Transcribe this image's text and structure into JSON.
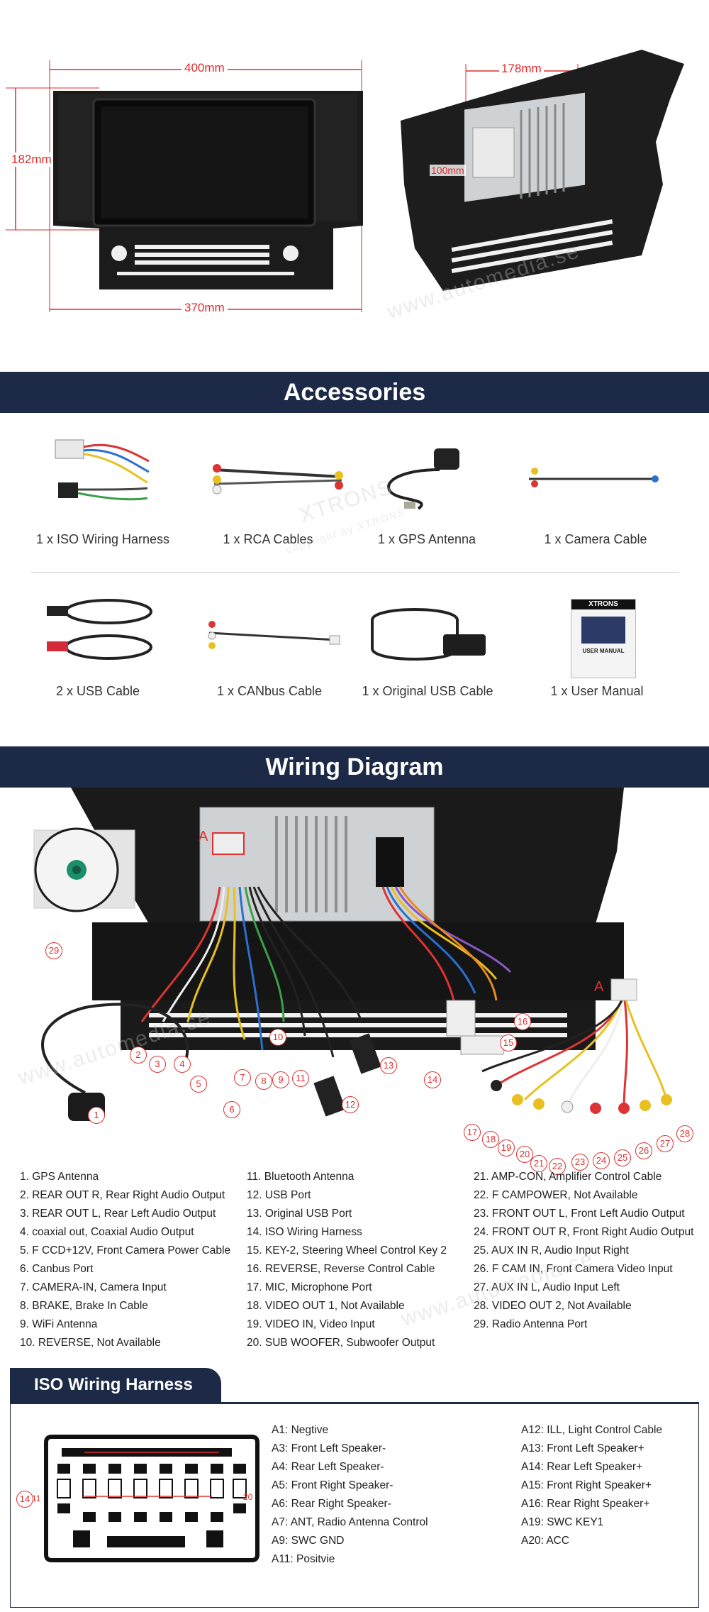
{
  "dimensions": {
    "width_a": "400mm",
    "height_a": "182mm",
    "width_b": "370mm",
    "depth": "178mm",
    "height_b": "100mm"
  },
  "watermarks": [
    "www.automedia.se",
    "XTRONS",
    "copyright by XTRONS"
  ],
  "accessories": {
    "title": "Accessories",
    "items": [
      {
        "label": "1 x ISO Wiring Harness"
      },
      {
        "label": "1 x RCA Cables"
      },
      {
        "label": "1 x GPS Antenna"
      },
      {
        "label": "1 x Camera Cable"
      },
      {
        "label": "2 x USB Cable"
      },
      {
        "label": "1 x CANbus Cable"
      },
      {
        "label": "1 x Original USB Cable"
      },
      {
        "label": "1 x User Manual"
      }
    ],
    "manual_brand": "XTRONS",
    "manual_title": "USER MANUAL"
  },
  "wiring": {
    "title": "Wiring Diagram",
    "connector_label": "A",
    "callouts": [
      "1",
      "2",
      "3",
      "4",
      "5",
      "6",
      "7",
      "8",
      "9",
      "10",
      "11",
      "12",
      "13",
      "14",
      "15",
      "16",
      "17",
      "18",
      "19",
      "20",
      "21",
      "22",
      "23",
      "24",
      "25",
      "26",
      "27",
      "28",
      "29"
    ],
    "legend_col1": [
      "1. GPS Antenna",
      "2. REAR OUT R, Rear Right Audio Output",
      "3. REAR OUT L, Rear Left Audio Output",
      "4. coaxial out, Coaxial Audio Output",
      "5. F CCD+12V, Front Camera Power Cable",
      "6. Canbus Port",
      "7. CAMERA-IN, Camera Input",
      "8. BRAKE, Brake In Cable",
      "9. WiFi Antenna",
      "10. REVERSE, Not Available"
    ],
    "legend_col2": [
      "11. Bluetooth Antenna",
      "12. USB Port",
      "13. Original USB Port",
      "14. ISO Wiring Harness",
      "15. KEY-2, Steering Wheel Control Key 2",
      "16. REVERSE, Reverse Control Cable",
      "17. MIC, Microphone Port",
      "18. VIDEO OUT 1, Not Available",
      "19. VIDEO IN, Video Input",
      "20. SUB WOOFER, Subwoofer Output"
    ],
    "legend_col3": [
      "21. AMP-CON, Amplifier Control Cable",
      "22. F CAMPOWER, Not Available",
      "23. FRONT OUT L, Front Left Audio Output",
      "24. FRONT OUT R, Front Right Audio Output",
      "25. AUX IN R, Audio Input Right",
      "26. F CAM IN, Front Camera Video Input",
      "27. AUX IN L, Audio Input Left",
      "28. VIDEO OUT 2, Not Available",
      "29. Radio Antenna Port"
    ]
  },
  "iso": {
    "title": "ISO Wiring Harness",
    "callout": "14",
    "pin_left": "11",
    "pin_right": "20",
    "pins_col1": [
      "A1: Negtive",
      "A3: Front Left Speaker-",
      "A4: Rear Left Speaker-",
      "A5: Front Right Speaker-",
      "A6: Rear Right Speaker-",
      "A7: ANT, Radio Antenna Control",
      "A9: SWC GND",
      "A11: Positvie"
    ],
    "pins_col2": [
      "A12:  ILL, Light Control Cable",
      "A13: Front Left Speaker+",
      "A14: Rear Left Speaker+",
      "A15: Front Right Speaker+",
      "A16: Rear Right Speaker+",
      "A19: SWC KEY1",
      "A20: ACC"
    ]
  },
  "colors": {
    "banner": "#1c2a47",
    "dimension": "#e02b2b",
    "callout": "#e03030"
  }
}
